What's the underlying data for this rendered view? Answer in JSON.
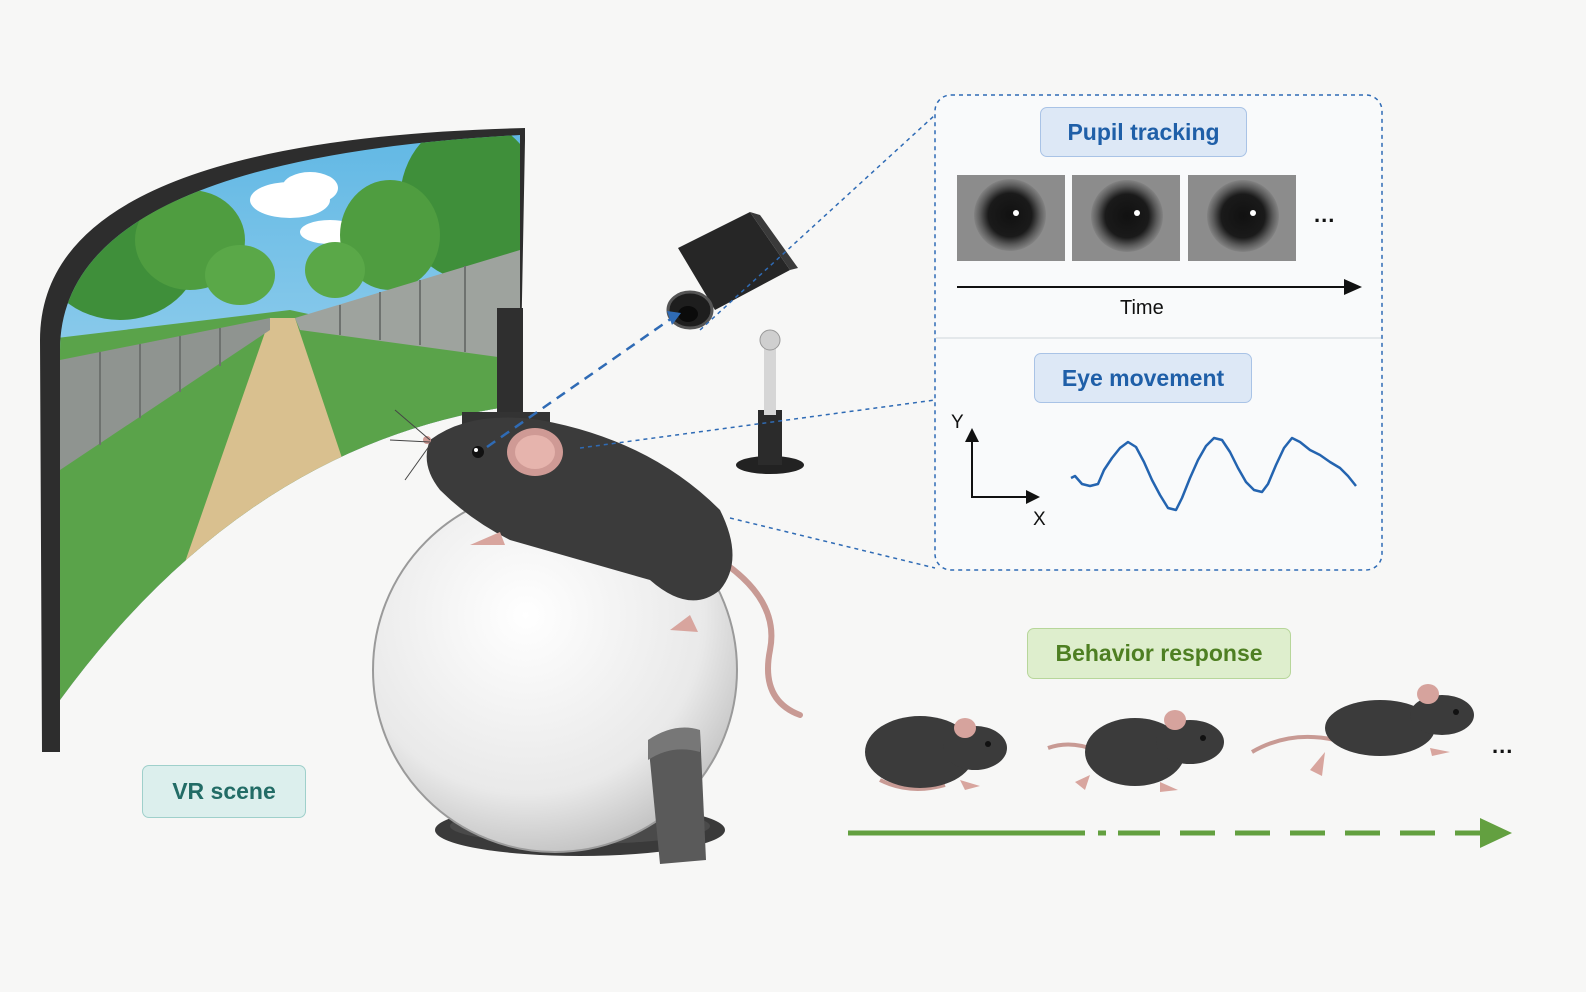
{
  "labels": {
    "pupil_tracking": "Pupil tracking",
    "time": "Time",
    "eye_movement": "Eye movement",
    "axis_y": "Y",
    "axis_x": "X",
    "behavior_response": "Behavior response",
    "vr_scene": "VR scene",
    "ellipsis": "..."
  },
  "colors": {
    "dotted_line": "#2f6bb5",
    "eye_trace": "#2464b0",
    "green_arrow": "#63a040",
    "mouse_body": "#3b3b3b",
    "ball": "#f2f2f2"
  },
  "icons": [
    "vr-screen-icon",
    "camera-icon",
    "mouse-icon",
    "ball-treadmill-icon",
    "eye-frame-icon"
  ]
}
